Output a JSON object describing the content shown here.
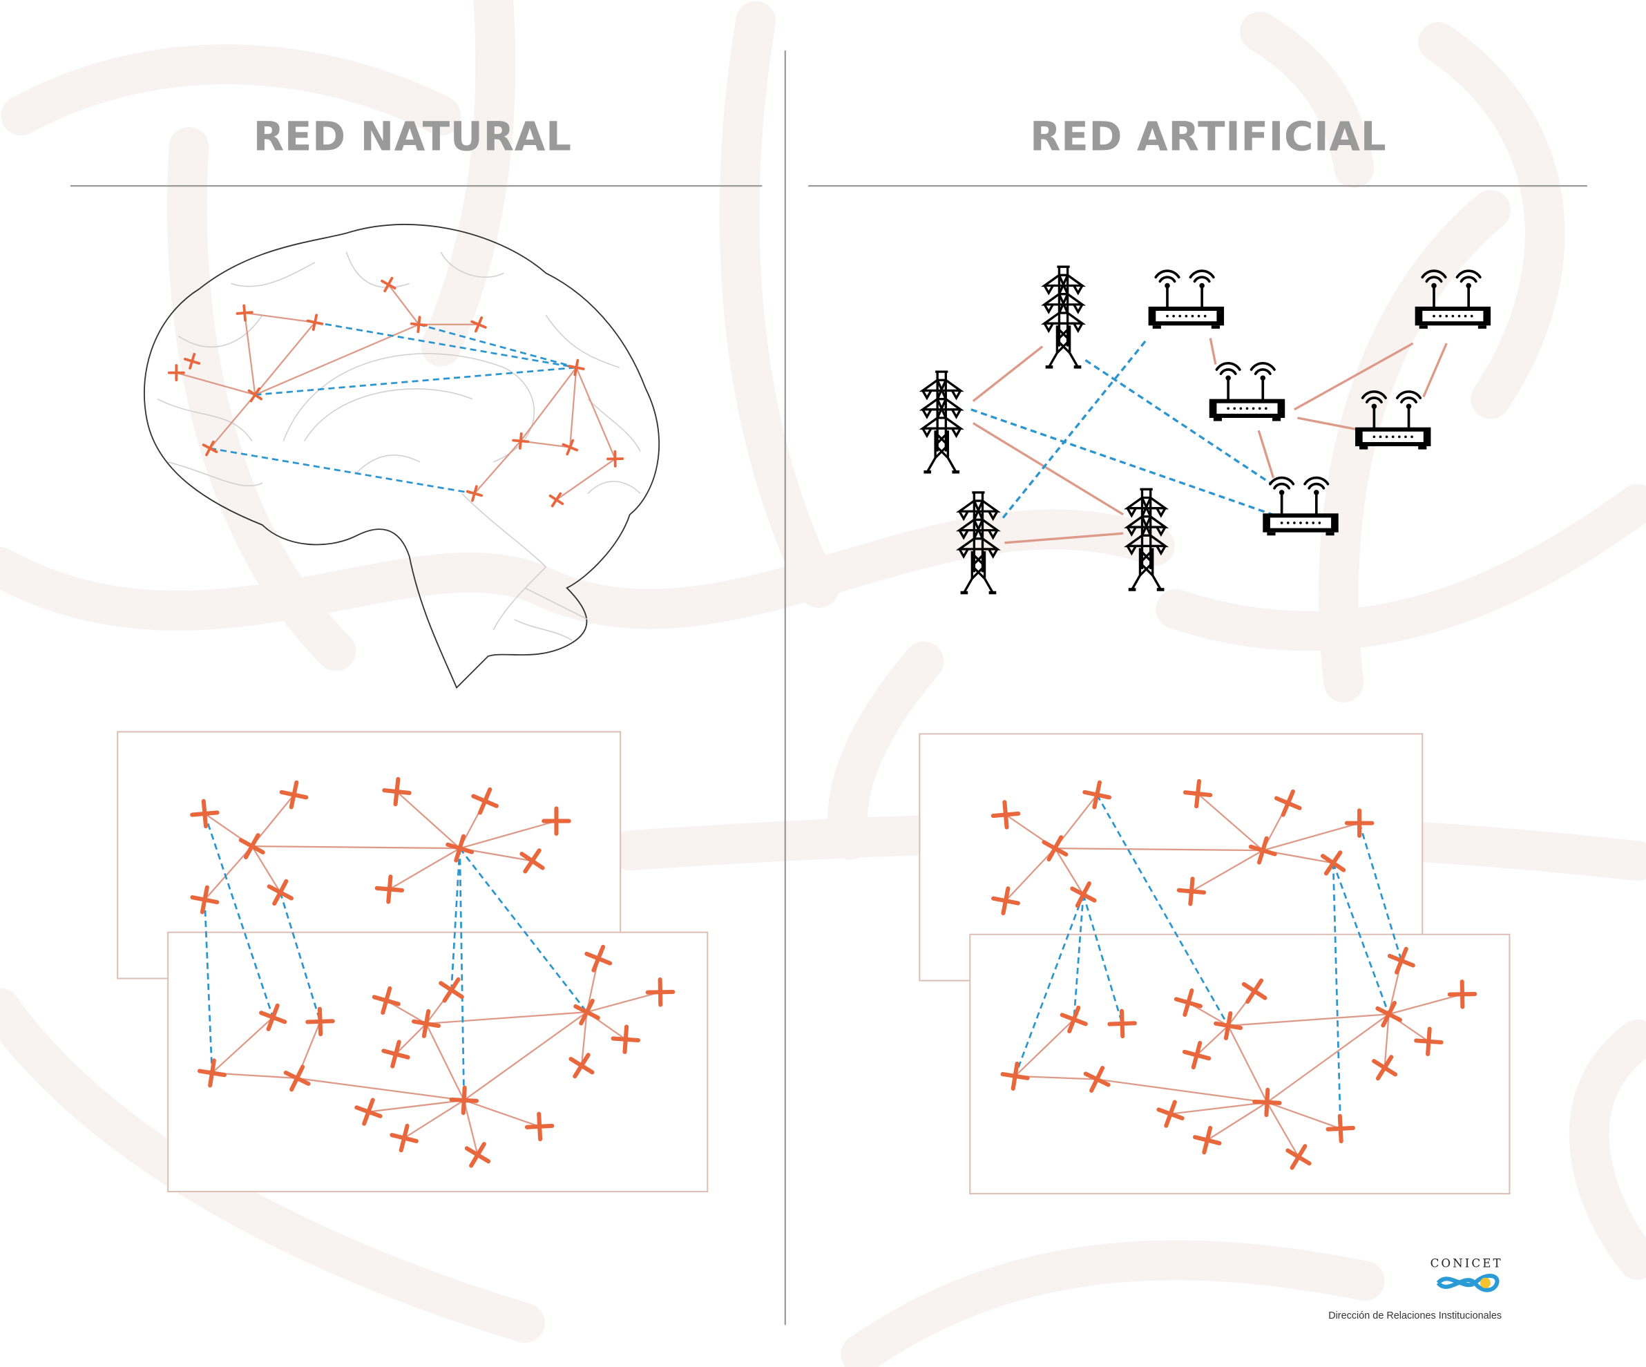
{
  "left_panel": {
    "title": "RED NATURAL"
  },
  "right_panel": {
    "title": "RED ARTIFICIAL"
  },
  "logo": {
    "name": "CONICET",
    "subtitle": "Dirección de Relaciones Institucionales"
  },
  "colors": {
    "node": "#e8673d",
    "solid_link": "#dd9a88",
    "dashed_link": "#2b95d0",
    "title": "#9a9a9a",
    "divider": "#9a9a9a",
    "background_swirl": "#f8f2f0",
    "frame": "#dcbdb3"
  },
  "icons": {
    "tower": "power-tower-icon",
    "router": "wifi-router-icon",
    "node": "cross-node-icon"
  }
}
